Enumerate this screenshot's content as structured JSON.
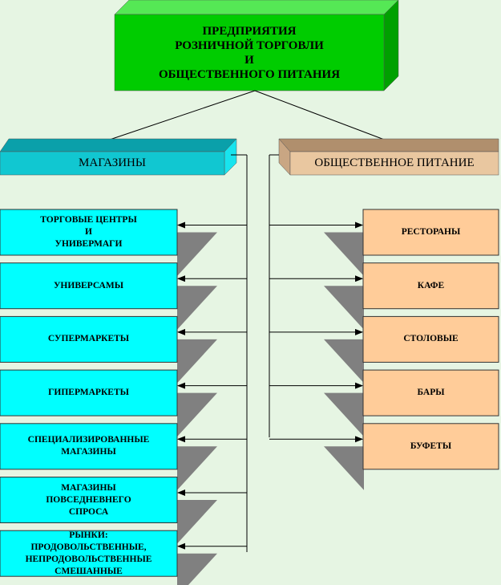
{
  "colors": {
    "background": "#e6f5e3",
    "title_front": "#00cc00",
    "title_top": "#55e855",
    "title_side": "#00a000",
    "shops_front": "#11c7d1",
    "shops_top": "#0aa0aa",
    "shops_side": "#18e4ee",
    "catering_front": "#e9c7a0",
    "catering_top": "#b08f6d",
    "catering_side": "#c9a683",
    "shop_box": "#00ffff",
    "catering_box": "#ffcc99",
    "shadow": "#808080",
    "line": "#000000"
  },
  "title": {
    "text": "ПРЕДПРИЯТИЯ\nРОЗНИЧНОЙ ТОРГОВЛИ\nИ\nОБЩЕСТВЕННОГО ПИТАНИЯ"
  },
  "categories": {
    "shops": {
      "label": "МАГАЗИНЫ"
    },
    "catering": {
      "label": "ОБЩЕСТВЕННОЕ ПИТАНИЕ"
    }
  },
  "shops": [
    {
      "label": "ТОРГОВЫЕ ЦЕНТРЫ\nИ\nУНИВЕРМАГИ"
    },
    {
      "label": "УНИВЕРСАМЫ"
    },
    {
      "label": "СУПЕРМАРКЕТЫ"
    },
    {
      "label": "ГИПЕРМАРКЕТЫ"
    },
    {
      "label": "СПЕЦИАЛИЗИРОВАННЫЕ\nМАГАЗИНЫ"
    },
    {
      "label": "МАГАЗИНЫ\nПОВСЕДНЕВНЕГО\nСПРОСА"
    },
    {
      "label": "РЫНКИ:\nПРОДОВОЛЬСТВЕННЫЕ,\nНЕПРОДОВОЛЬСТВЕННЫЕ\nСМЕШАННЫЕ"
    }
  ],
  "catering": [
    {
      "label": "РЕСТОРАНЫ"
    },
    {
      "label": "КАФЕ"
    },
    {
      "label": "СТОЛОВЫЕ"
    },
    {
      "label": "БАРЫ"
    },
    {
      "label": "БУФЕТЫ"
    }
  ]
}
